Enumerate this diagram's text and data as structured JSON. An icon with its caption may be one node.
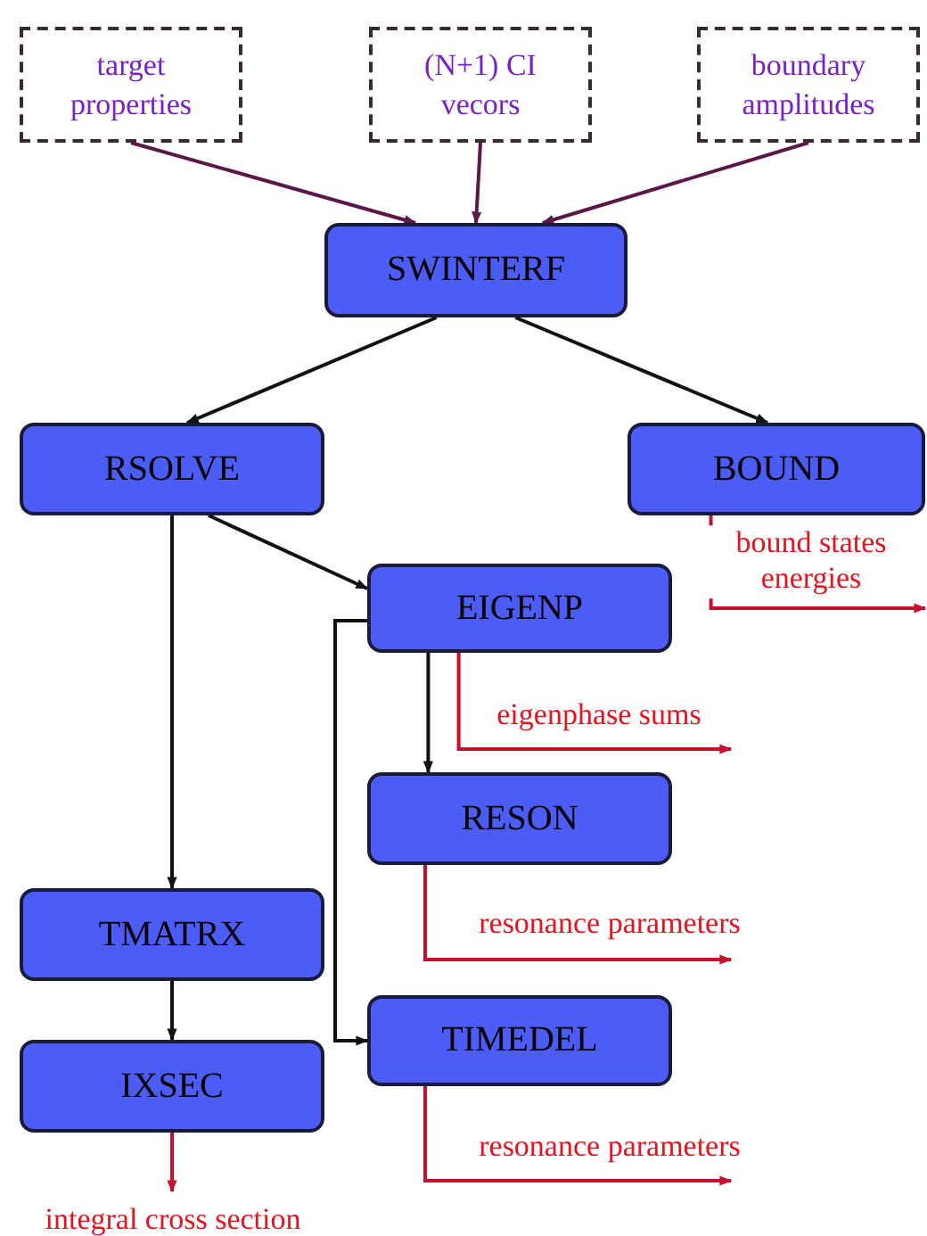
{
  "diagram": {
    "nodes": [
      {
        "text": [
          "target properties"
        ]
      },
      {
        "text": [
          "(N+1) CI vecors"
        ]
      },
      {
        "text": [
          "boundary amplitudes"
        ]
      },
      {
        "text": [
          "SWINTERF"
        ]
      },
      {
        "text": [
          "RSOLVE"
        ]
      },
      {
        "text": [
          "BOUND"
        ]
      },
      {
        "text": [
          "EIGENP"
        ]
      },
      {
        "text": [
          "RESON"
        ]
      },
      {
        "text": [
          "TMATRX"
        ]
      },
      {
        "text": [
          "TIMEDEL"
        ]
      },
      {
        "text": [
          "IXSEC"
        ]
      }
    ],
    "edges": [
      {
        "from": 0,
        "to": 3,
        "arrow": "to",
        "color": "#5a1748"
      },
      {
        "from": 1,
        "to": 3,
        "arrow": "to",
        "color": "#5a1748"
      },
      {
        "from": 2,
        "to": 3,
        "arrow": "to",
        "color": "#5a1748"
      },
      {
        "from": 3,
        "to": 4,
        "arrow": "to"
      },
      {
        "from": 3,
        "to": 5,
        "arrow": "to"
      },
      {
        "from": 4,
        "to": 6,
        "arrow": "to"
      },
      {
        "from": 4,
        "to": 8,
        "arrow": "to"
      },
      {
        "from": 6,
        "to": 7,
        "arrow": "to"
      },
      {
        "from": 6,
        "to": 9,
        "arrow": "to"
      },
      {
        "from": 8,
        "to": 10,
        "arrow": "to"
      },
      {
        "from": 5,
        "to": null,
        "arrow": "to",
        "label": "bound states energies",
        "color": "#c8102e"
      },
      {
        "from": 6,
        "to": null,
        "arrow": "to",
        "label": "eigenphase sums",
        "color": "#c8102e"
      },
      {
        "from": 7,
        "to": null,
        "arrow": "to",
        "label": "resonance parameters",
        "color": "#c8102e"
      },
      {
        "from": 9,
        "to": null,
        "arrow": "to",
        "label": "resonance parameters",
        "color": "#c8102e"
      },
      {
        "from": 10,
        "to": null,
        "arrow": "to",
        "label": "integral cross section",
        "color": "#c8102e"
      }
    ]
  }
}
